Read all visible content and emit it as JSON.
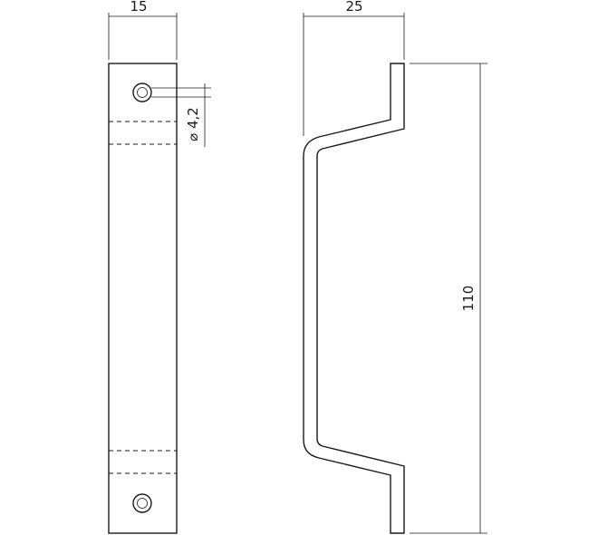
{
  "front_view": {
    "width_label": "15",
    "hole_label": "⌀ 4,2"
  },
  "side_view": {
    "depth_label": "25",
    "height_label": "110"
  },
  "colors": {
    "line": "#1a1a1a",
    "background": "#ffffff"
  }
}
